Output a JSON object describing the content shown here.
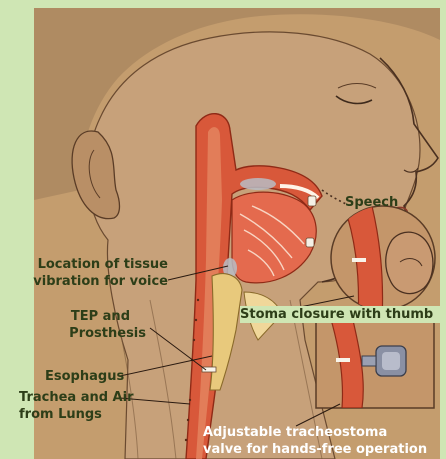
{
  "labels": {
    "speech": "Speech",
    "location": [
      "Location of tissue",
      "vibration for voice"
    ],
    "tep": [
      "TEP and",
      "Prosthesis"
    ],
    "esophagus": "Esophagus",
    "trachea": [
      "Trachea and Air",
      "from Lungs"
    ],
    "stoma": "Stoma closure with thumb",
    "valve": [
      "Adjustable tracheostoma",
      "valve for hands-free operation"
    ]
  },
  "colors": {
    "background": "#cfe6b4",
    "paper": "#c49d6e",
    "airway": "#d8583a",
    "label_dark": "#2d3e18",
    "label_light": "#ffffff"
  }
}
